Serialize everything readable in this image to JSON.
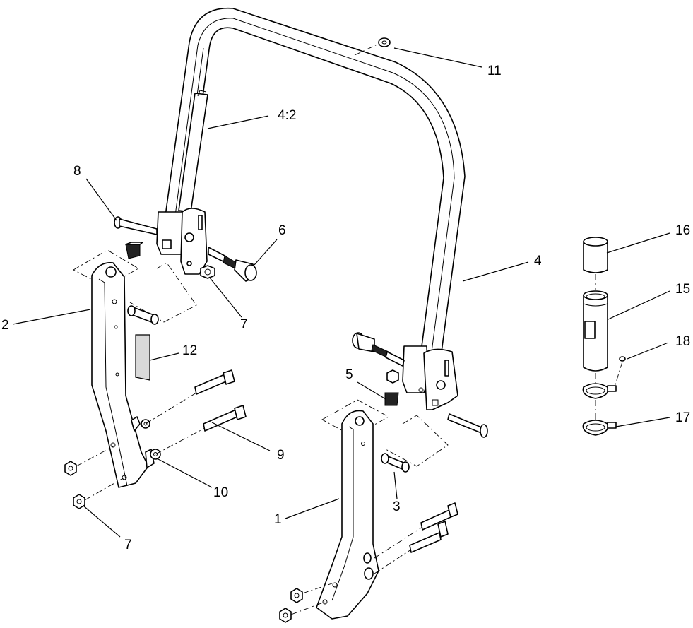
{
  "callouts": {
    "c1": "1",
    "c2": "2",
    "c3": "3",
    "c4": "4",
    "c4_2": "4:2",
    "c5": "5",
    "c6": "6",
    "c7a": "7",
    "c7b": "7",
    "c8": "8",
    "c9": "9",
    "c10": "10",
    "c11": "11",
    "c12": "12",
    "c15": "15",
    "c16": "16",
    "c17": "17",
    "c18": "18"
  }
}
